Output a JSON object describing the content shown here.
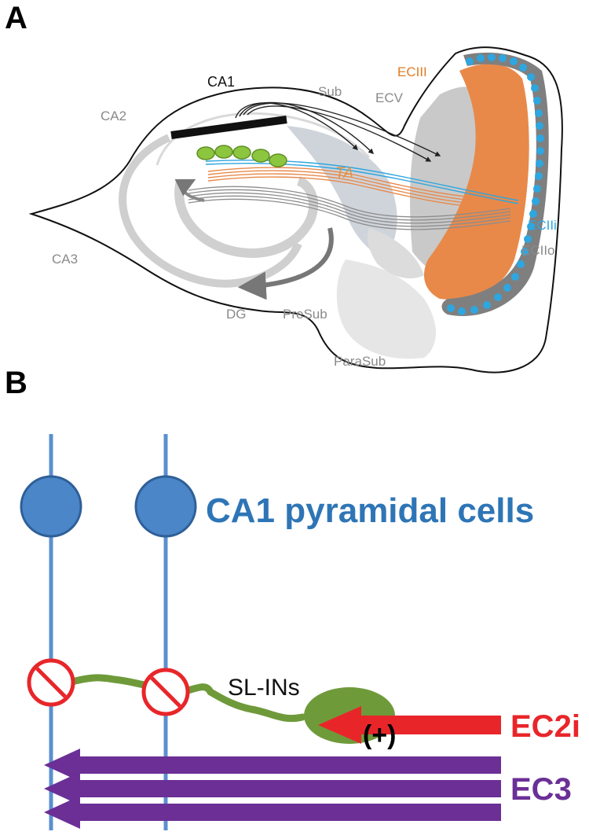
{
  "panel_a": {
    "letter": "A",
    "labels": {
      "ca1": "CA1",
      "ca2": "CA2",
      "ca3": "CA3",
      "dg": "DG",
      "sub": "Sub",
      "presub": "PreSub",
      "parasub": "ParaSub",
      "ecv": "ECV",
      "eciii": "ECIII",
      "ecii_i": "ECIIi",
      "ecii_o": "ECIIo",
      "ta": "TA"
    }
  },
  "panel_b": {
    "letter": "B",
    "title": "CA1 pyramidal cells",
    "interneuron_label": "SL-INs",
    "excitation_label": "(+)",
    "ec2i_label": "EC2i",
    "ec3_label": "EC3"
  },
  "colors": {
    "pyramidal_blue": "#2e75b6",
    "ec2i_red": "#e8262a",
    "ec3_purple": "#6b2f96",
    "interneuron_green": "#6f9a3a",
    "eciii_orange": "#e8894a",
    "ecii_blue": "#2ea6e0"
  }
}
